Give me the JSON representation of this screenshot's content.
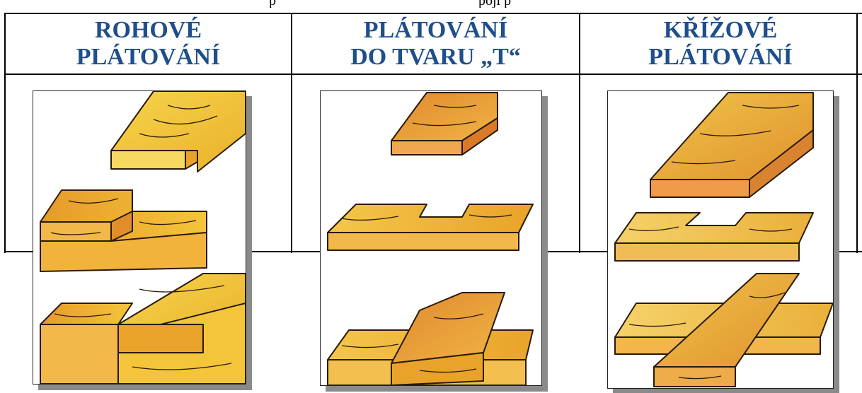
{
  "top_fragment": {
    "left": "p",
    "right": "pojí                         p"
  },
  "columns": [
    {
      "title_line1": "ROHOVÉ",
      "title_line2": "PLÁTOVÁNÍ",
      "panel_icon": "corner-lap-joint-illustration"
    },
    {
      "title_line1": "PLÁTOVÁNÍ",
      "title_line2": "DO TVARU „T“",
      "panel_icon": "t-lap-joint-illustration"
    },
    {
      "title_line1": "KŘÍŽOVÉ",
      "title_line2": "PLÁTOVÁNÍ",
      "panel_icon": "cross-lap-joint-illustration"
    }
  ],
  "colors": {
    "header_text": "#1f4e8c",
    "wood_light": "#f3c73a",
    "wood_mid": "#e9a32a",
    "wood_dark": "#d9822b",
    "outline": "#2a1a08"
  }
}
